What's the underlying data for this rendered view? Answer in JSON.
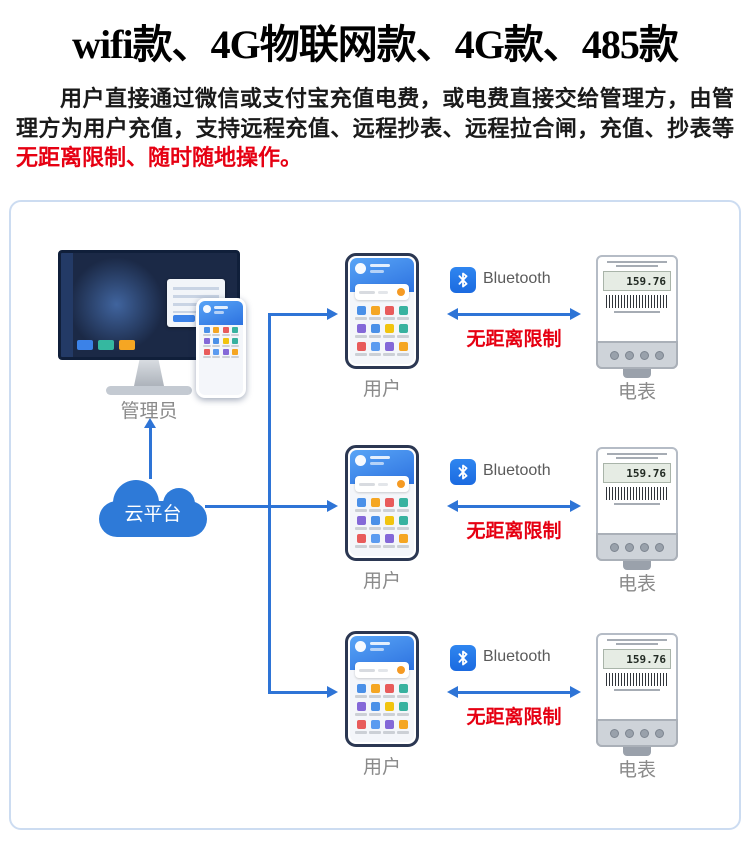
{
  "title": "wifi款、4G物联网款、4G款、485款",
  "intro": {
    "text_black": "用户直接通过微信或支付宝充值电费，或电费直接交给管理方，由管理方为用户充值，支持远程充值、远程抄表、远程拉合闸，充值、抄表等",
    "text_red": "无距离限制、随时随地操作。"
  },
  "diagram": {
    "admin": {
      "label": "管理员"
    },
    "cloud": {
      "label": "云平台"
    },
    "rows": [
      {
        "user_label": "用户",
        "bluetooth_label": "Bluetooth",
        "limit_label": "无距离限制",
        "meter_label": "电表",
        "meter_reading": "159.76"
      },
      {
        "user_label": "用户",
        "bluetooth_label": "Bluetooth",
        "limit_label": "无距离限制",
        "meter_label": "电表",
        "meter_reading": "159.76"
      },
      {
        "user_label": "用户",
        "bluetooth_label": "Bluetooth",
        "limit_label": "无距离限制",
        "meter_label": "电表",
        "meter_reading": "159.76"
      }
    ]
  },
  "colors": {
    "accent_blue": "#2e74d6",
    "cloud_blue": "#2e7ad8",
    "alert_red": "#e60012",
    "panel_border": "#ccdcf1"
  }
}
